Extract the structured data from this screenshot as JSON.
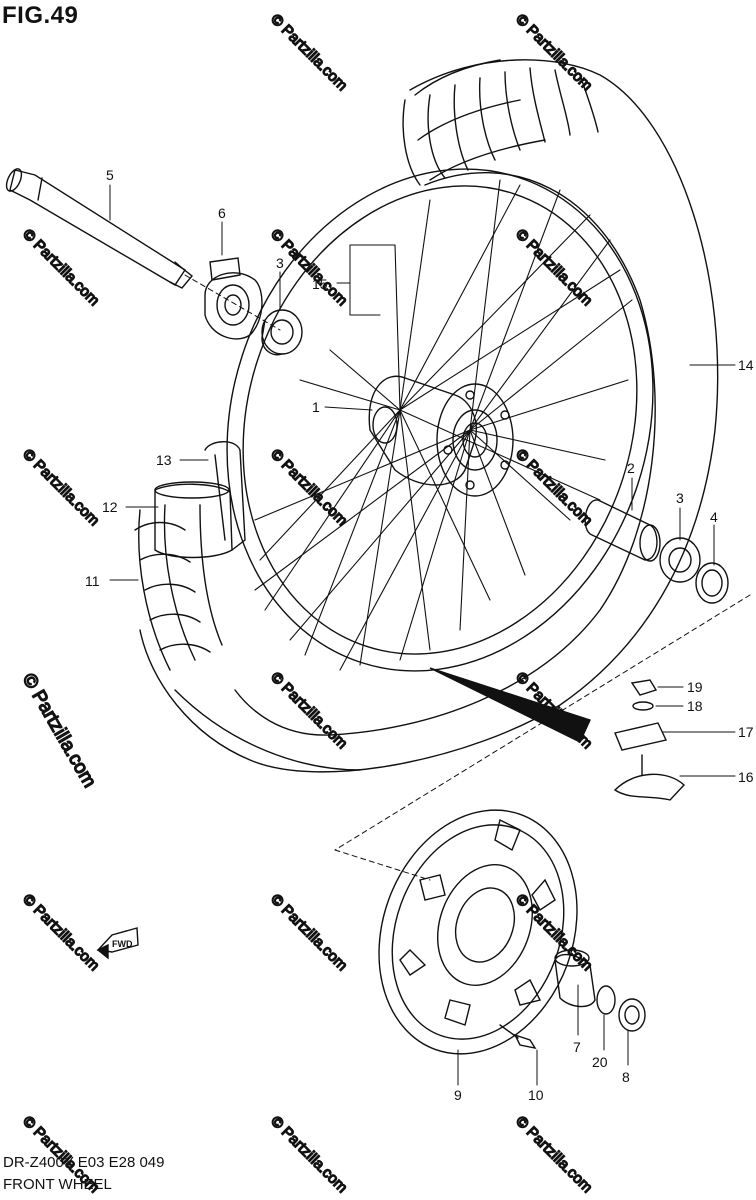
{
  "figure": {
    "title": "FIG.49",
    "footer_model": "DR-Z400Y E03 E28  049",
    "footer_name": "FRONT WHEEL",
    "watermark": "© Partzilla.com",
    "fwd_label": "FWD"
  },
  "callouts": [
    "1",
    "2",
    "3",
    "3",
    "4",
    "5",
    "6",
    "7",
    "8",
    "9",
    "10",
    "11",
    "12",
    "13",
    "14",
    "15",
    "16",
    "17",
    "18",
    "19",
    "20"
  ],
  "colors": {
    "line": "#111111",
    "watermark": "#cfcfcf",
    "background": "#ffffff"
  }
}
